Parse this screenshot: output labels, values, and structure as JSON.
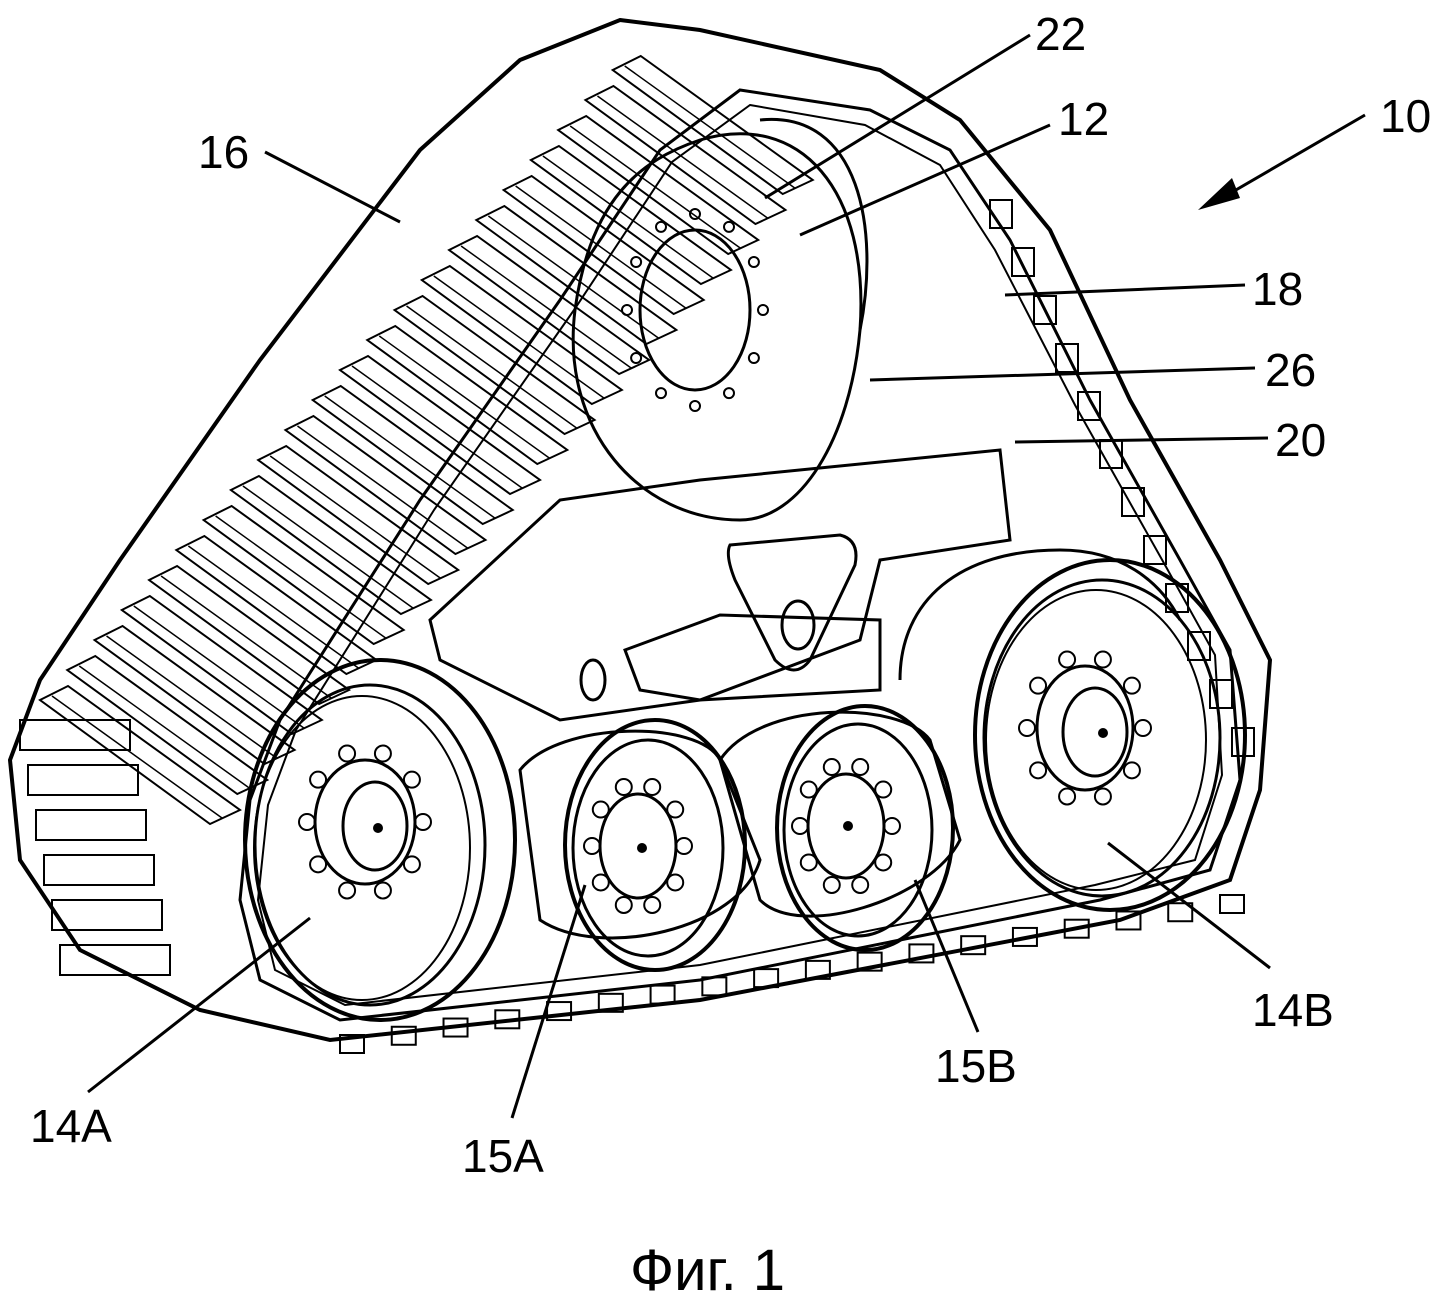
{
  "figure": {
    "caption": "Фиг. 1",
    "reference_labels": {
      "l10": "10",
      "l12": "12",
      "l14A": "14A",
      "l14B": "14B",
      "l15A": "15A",
      "l15B": "15B",
      "l16": "16",
      "l18": "18",
      "l20": "20",
      "l22": "22",
      "l26": "26"
    }
  }
}
